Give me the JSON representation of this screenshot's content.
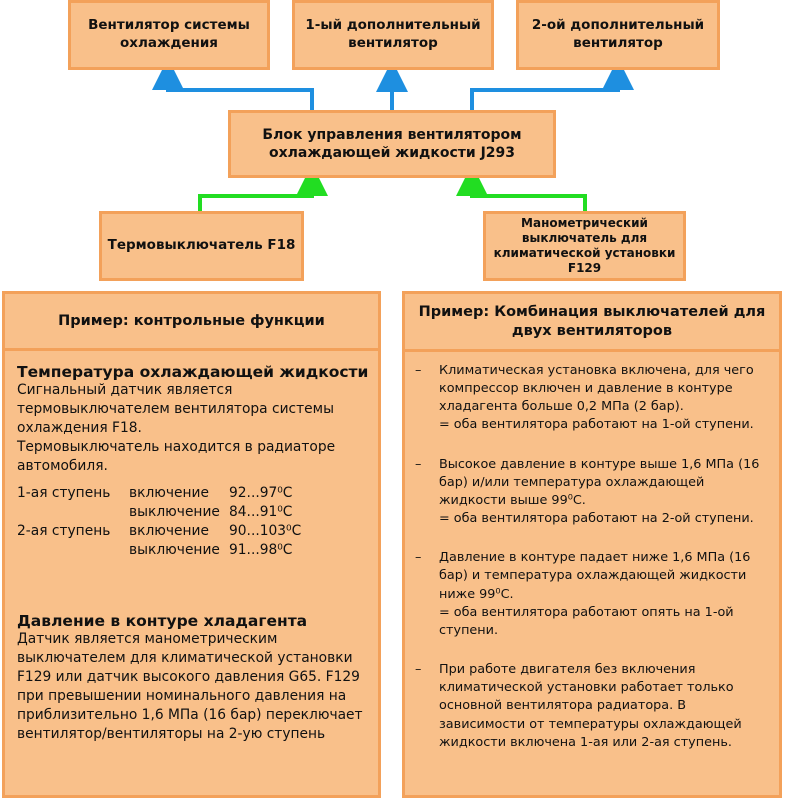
{
  "top_boxes": {
    "fan_main": "Вентилятор системы охлаждения",
    "fan_1": "1-ый дополнительный вентилятор",
    "fan_2": "2-ой дополнительный вентилятор"
  },
  "control_unit": "Блок управления вентилятором охлаждающей жидкости J293",
  "inputs": {
    "thermo_switch": "Термовыключатель F18",
    "pressure_switch": "Манометрический выключатель для климатической установки F129"
  },
  "colors": {
    "box_fill": "#f9c08a",
    "box_border": "#f3a15a",
    "output_arrow": "#1e8fe0",
    "input_arrow": "#22dd22"
  },
  "left_panel": {
    "title": "Пример: контрольные функции",
    "section1_title": "Температура охлаждающей жидкости",
    "section1_text1": "Сигнальный датчик является термовыключателем вентилятора системы охлаждения F18.",
    "section1_text2": "Термовыключатель находится в радиаторе автомобиля.",
    "stages": [
      {
        "stage": "1-ая ступень",
        "action": "включение",
        "range": "92...97⁰C"
      },
      {
        "stage": "",
        "action": "выключение",
        "range": "84...91⁰C"
      },
      {
        "stage": "2-ая ступень",
        "action": "включение",
        "range": "90...103⁰C"
      },
      {
        "stage": "",
        "action": "выключение",
        "range": "91...98⁰C"
      }
    ],
    "section2_title": "Давление в контуре хладагента",
    "section2_text": "Датчик является манометрическим выключателем для климатической установки F129 или датчик высокого давления G65. F129 при превышении номинального давления на приблизительно 1,6 МПа (16 бар) переключает вентилятор/вентиляторы на 2-ую ступень"
  },
  "right_panel": {
    "title": "Пример: Комбинация выключателей для двух вентиляторов",
    "items": [
      {
        "dash": "–",
        "text": "Климатическая установка включена, для чего компрессор включен и давление в контуре хладагента больше 0,2 МПа (2 бар).",
        "result": "= оба вентилятора работают на 1-ой ступени."
      },
      {
        "dash": "–",
        "text": "Высокое давление в контуре выше 1,6 МПа (16 бар) и/или температура охлаждающей жидкости выше 99⁰C.",
        "result": "= оба вентилятора работают на 2-ой ступени."
      },
      {
        "dash": "–",
        "text": "Давление в контуре падает ниже 1,6 МПа (16 бар) и температура охлаждающей жидкости ниже 99⁰C.",
        "result": "= оба вентилятора работают опять на 1-ой ступени."
      },
      {
        "dash": "–",
        "text": "При работе двигателя без включения климатической установки работает только основной вентилятора радиатора. В зависимости от температуры охлаждающей жидкости включена 1-ая или 2-ая ступень.",
        "result": ""
      }
    ]
  }
}
